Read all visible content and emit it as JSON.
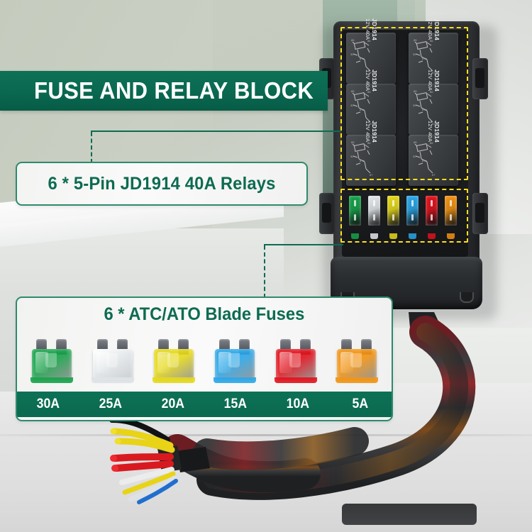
{
  "banner": {
    "title": "FUSE AND RELAY BLOCK",
    "bg_color": "#0a6a52",
    "text_color": "#ffffff"
  },
  "callouts": [
    {
      "id": "relays",
      "label": "6 * 5-Pin JD1914 40A Relays"
    }
  ],
  "legend": {
    "title": "6 * ATC/ATO Blade Fuses",
    "border_color": "#2e8a6e",
    "bar_color": "#0a6950",
    "fuses": [
      {
        "amp": "30A",
        "color": "#17a24a",
        "name": "green-blade-fuse-30a"
      },
      {
        "amp": "25A",
        "color": "#dfe3e6",
        "name": "clear-blade-fuse-25a"
      },
      {
        "amp": "20A",
        "color": "#e6d91a",
        "name": "yellow-blade-fuse-20a"
      },
      {
        "amp": "15A",
        "color": "#2aa6e8",
        "name": "blue-blade-fuse-15a"
      },
      {
        "amp": "10A",
        "color": "#e1121c",
        "name": "red-blade-fuse-10a"
      },
      {
        "amp": "5A",
        "color": "#f29312",
        "name": "orange-blade-fuse-5a"
      }
    ]
  },
  "product": {
    "name": "fuse-and-relay-block",
    "highlight_color": "#ffe01b",
    "relays": [
      {
        "model": "JD1914",
        "rating": "12V 40A"
      },
      {
        "model": "JD1914",
        "rating": "12V 40A"
      },
      {
        "model": "JD1914",
        "rating": "12V 40A"
      },
      {
        "model": "JD1914",
        "rating": "12V 40A"
      },
      {
        "model": "JD1914",
        "rating": "12V 40A"
      },
      {
        "model": "JD1914",
        "rating": "12V 40A"
      }
    ],
    "installed_fuses": [
      {
        "amp": "30A",
        "color": "#17a24a"
      },
      {
        "amp": "25A",
        "color": "#e3e7ea"
      },
      {
        "amp": "20A",
        "color": "#e6d91a"
      },
      {
        "amp": "15A",
        "color": "#2aa6e8"
      },
      {
        "amp": "10A",
        "color": "#e1121c"
      },
      {
        "amp": "5A",
        "color": "#f29312"
      }
    ]
  }
}
